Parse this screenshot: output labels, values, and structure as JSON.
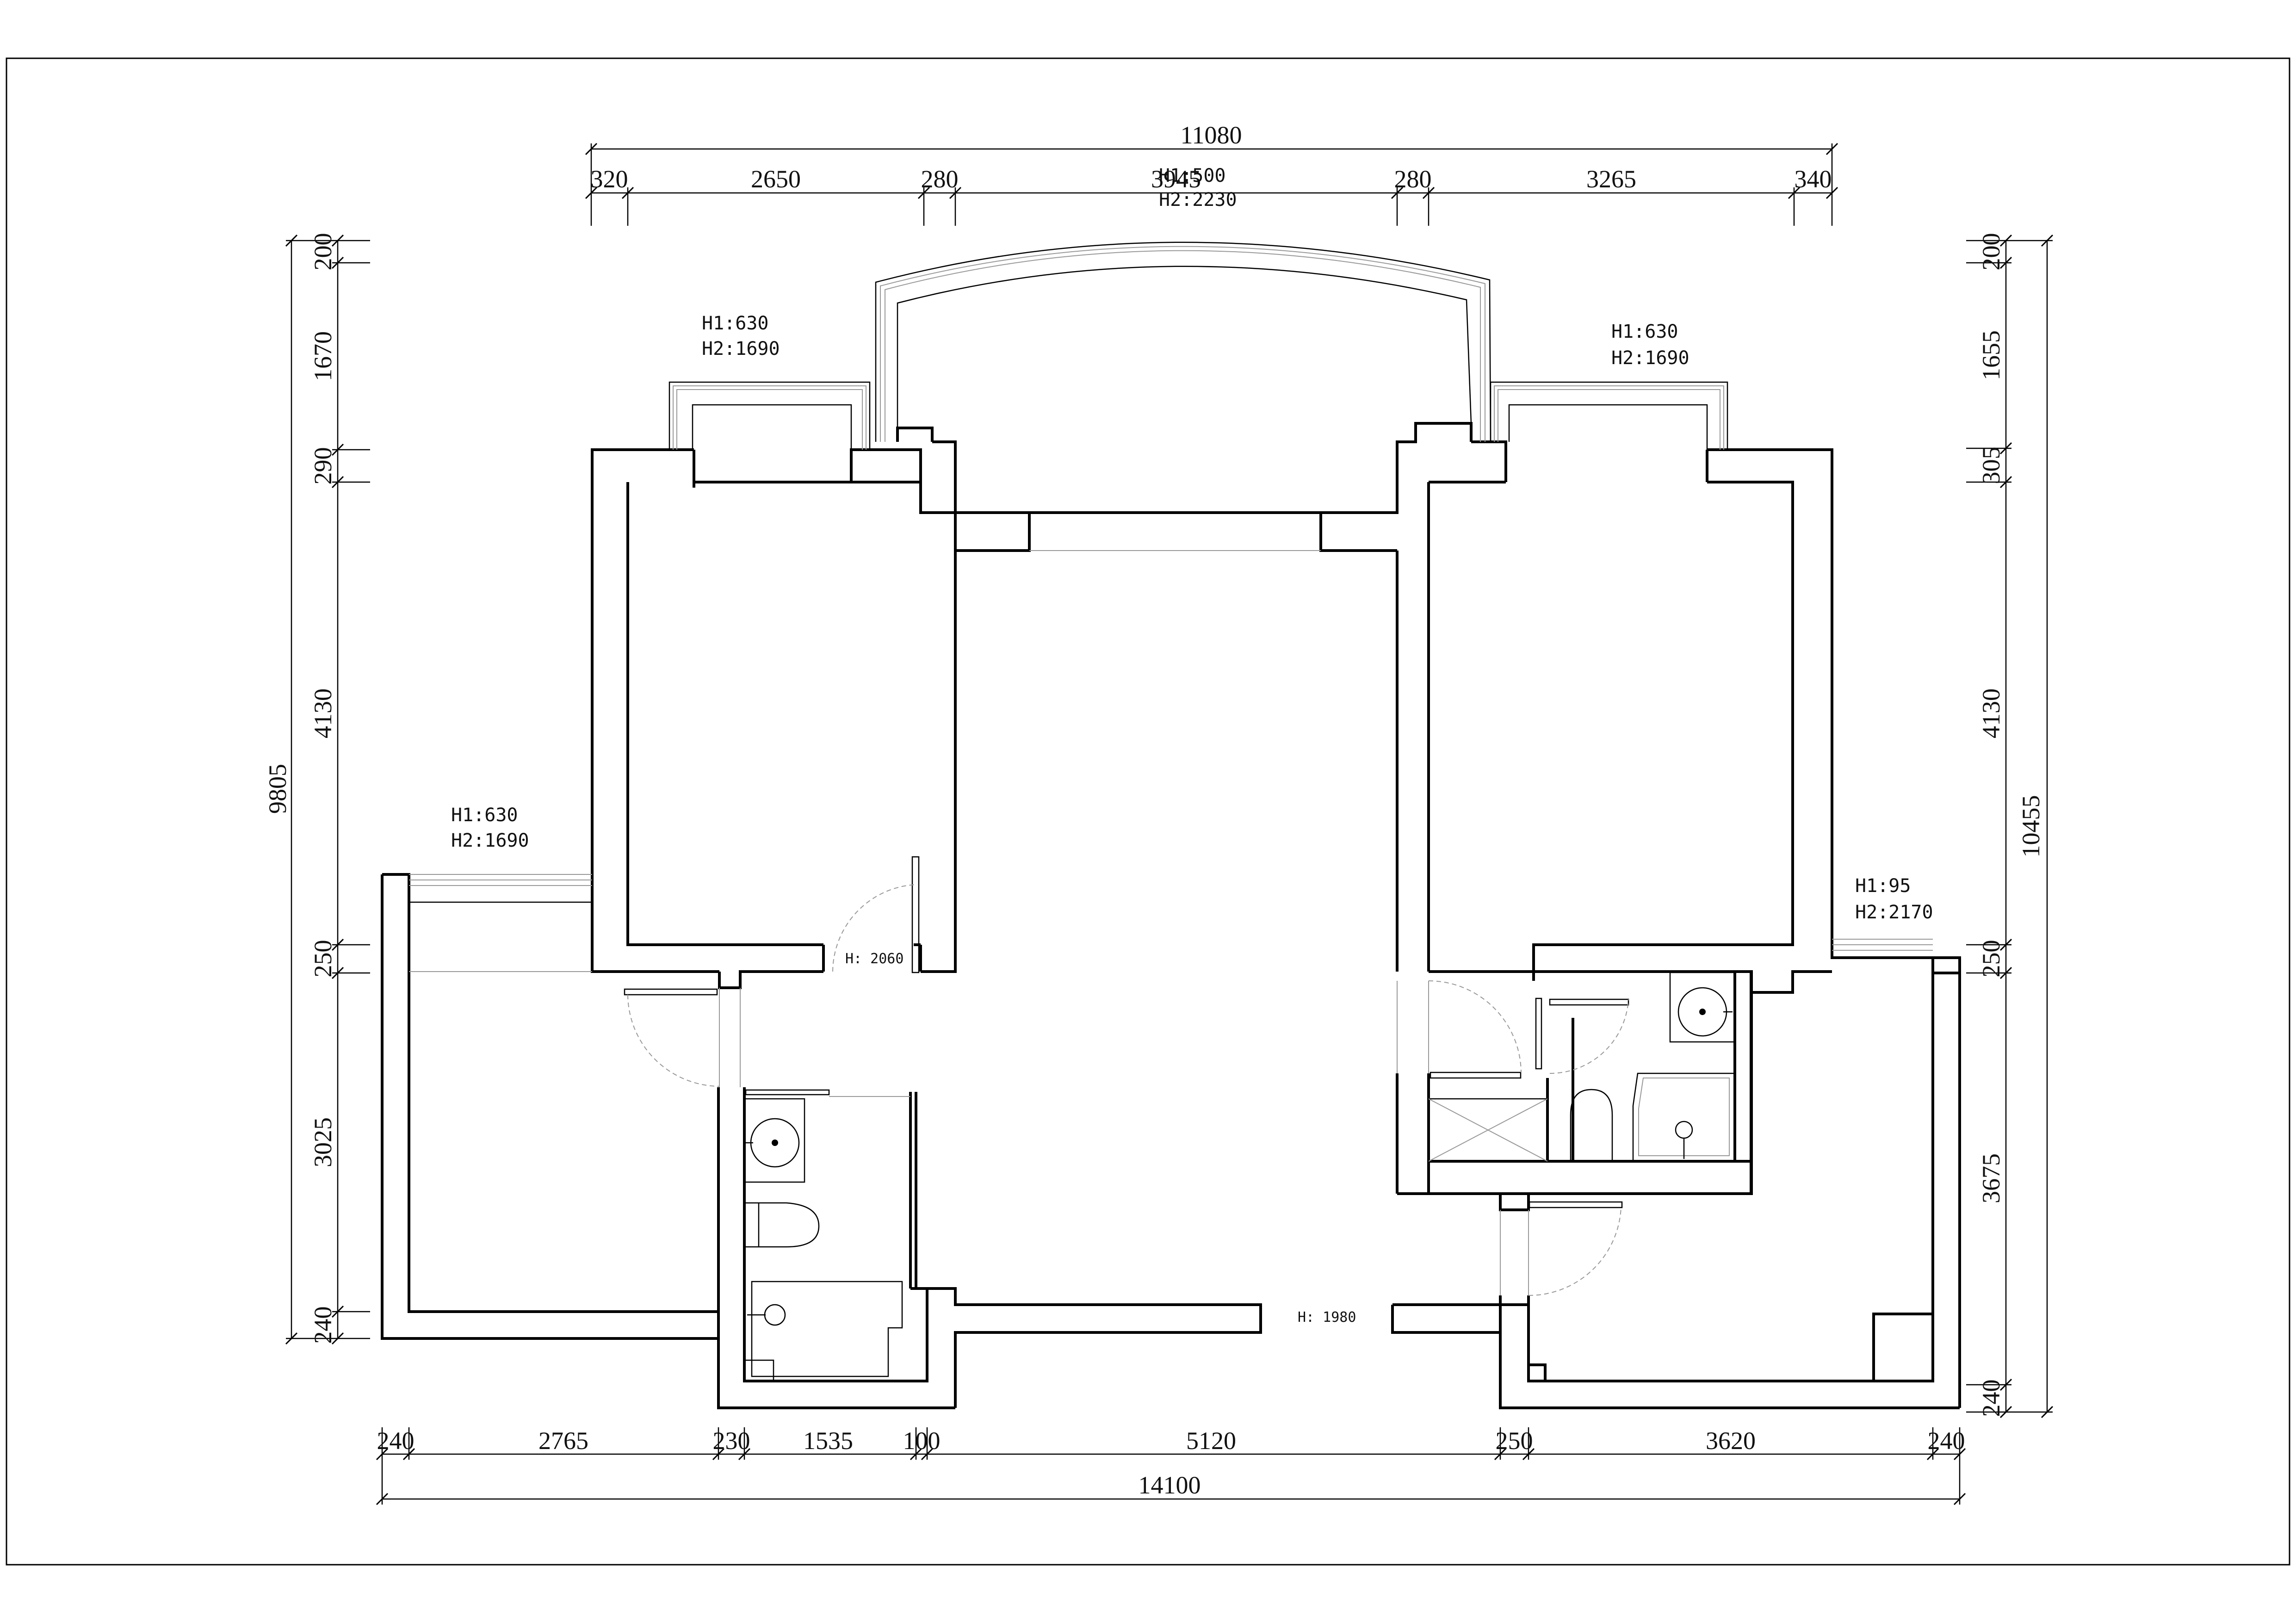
{
  "dimensions_top": {
    "overall": "11080",
    "segments": [
      "320",
      "2650",
      "280",
      "3945",
      "280",
      "3265",
      "340"
    ]
  },
  "dimensions_bottom": {
    "overall": "14100",
    "segments": [
      "240",
      "2765",
      "230",
      "1535",
      "100",
      "5120",
      "250",
      "3620",
      "240"
    ]
  },
  "dimensions_left": {
    "overall": "9805",
    "segments": [
      "200",
      "1670",
      "290",
      "4130",
      "250",
      "3025",
      "240"
    ]
  },
  "dimensions_right": {
    "overall": "10455",
    "segments": [
      "200",
      "1655",
      "305",
      "4130",
      "250",
      "3675",
      "240"
    ]
  },
  "window_labels": {
    "top_left_h1": "H1:630",
    "top_left_h2": "H2:1690",
    "top_center_h1": "H1:500",
    "top_center_h2": "H2:2230",
    "top_right_h1": "H1:630",
    "top_right_h2": "H2:1690",
    "left_h1": "H1:630",
    "left_h2": "H2:1690",
    "right_h1": "H1:95",
    "right_h2": "H2:2170"
  },
  "opening_labels": {
    "bedroom_door": "H: 2060",
    "entrance": "H: 1980"
  }
}
